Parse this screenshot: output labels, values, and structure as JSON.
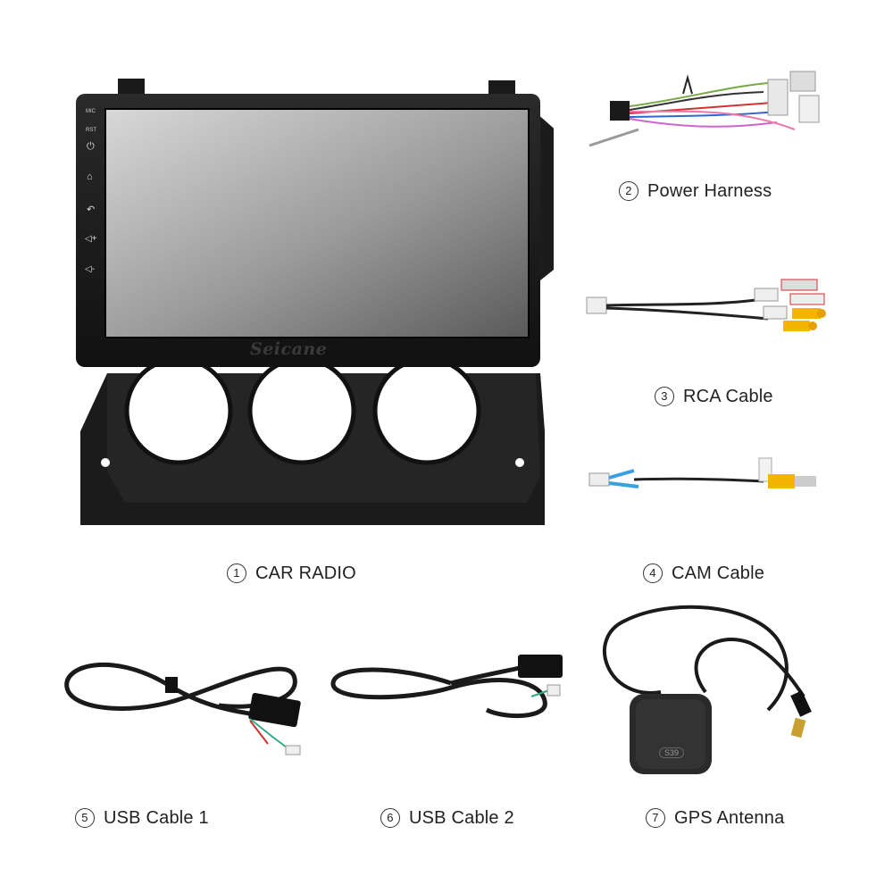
{
  "items": [
    {
      "number": "①",
      "label": "CAR RADIO"
    },
    {
      "number": "②",
      "label": "Power Harness"
    },
    {
      "number": "③",
      "label": "RCA Cable"
    },
    {
      "number": "④",
      "label": "CAM Cable"
    },
    {
      "number": "⑤",
      "label": "USB Cable 1"
    },
    {
      "number": "⑥",
      "label": "USB Cable 2"
    },
    {
      "number": "⑦",
      "label": "GPS Antenna"
    }
  ],
  "radio": {
    "brand": "Seicane",
    "side_labels": [
      "MIC",
      "RST"
    ]
  },
  "gps_module_text": "S39"
}
